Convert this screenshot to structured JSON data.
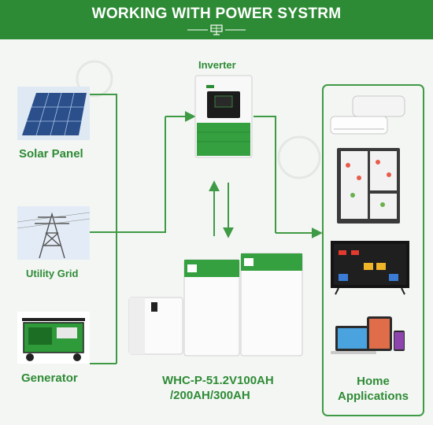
{
  "header": {
    "title": "WORKING WITH POWER SYSTRM"
  },
  "sources": {
    "solar_label": "Solar Panel",
    "grid_label": "Utility Grid",
    "generator_label": "Generator"
  },
  "inverter": {
    "label": "Inverter"
  },
  "battery": {
    "model_line1": "WHC-P-51.2V100AH",
    "model_line2": "/200AH/300AH"
  },
  "home": {
    "label_line1": "Home",
    "label_line2": "Applications"
  },
  "colors": {
    "brand_green": "#2e8b35",
    "banner": "#2e8b35",
    "background": "#f4f6f4"
  }
}
